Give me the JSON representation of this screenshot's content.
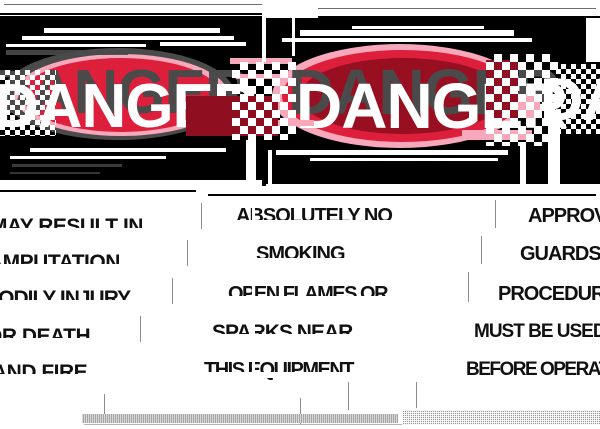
{
  "document": {
    "kind": "safety-sign-scan",
    "condition": "glitched / block-displaced scan artifact",
    "background_color": "#ffffff"
  },
  "banner": {
    "background_color": "#000000",
    "oval_color": "#dd1f3c",
    "oval_halo_color": "#f7a9bb",
    "oval_shadow_color": "#4a4a4a",
    "oval_dark_color": "#8f0e20",
    "headword": "DANGER",
    "headword_color": "#ffffff",
    "headword_ghost_color": "#4a4a4a",
    "copies": [
      {
        "label": "DANGER"
      },
      {
        "label": "DANGER"
      },
      {
        "label": "DANGER"
      }
    ]
  },
  "body": {
    "text_color": "#111111",
    "columns": [
      {
        "name": "column-left",
        "lines": [
          "MAY RESULT IN",
          "AMPUTATION",
          "BODILY INJURY",
          "OR DEATH",
          "AND FIRE"
        ]
      },
      {
        "name": "column-center",
        "lines": [
          "ABSOLUTELY NO",
          "SMOKING",
          "OPEN FLAMES OR",
          "SPARKS NEAR",
          "THIS EQUIPMENT"
        ]
      },
      {
        "name": "column-right",
        "lines": [
          "APPROVED",
          "GUARDS AND",
          "PROCEDURES",
          "MUST BE USED",
          "BEFORE OPERATING"
        ]
      }
    ]
  },
  "footer": {
    "bar_color": "#9a9a9a",
    "bar_pattern": "dither-halftone"
  },
  "glitch": {
    "description": "horizontal slice displacement and checkerboard block dropout",
    "slice_breaks_x": [
      260,
      318,
      430,
      520
    ],
    "slice_breaks_y": [
      14,
      22,
      60,
      96,
      132,
      165,
      185,
      196,
      230,
      266,
      300,
      336,
      372,
      408
    ],
    "white_gap_color": "#ffffff"
  }
}
